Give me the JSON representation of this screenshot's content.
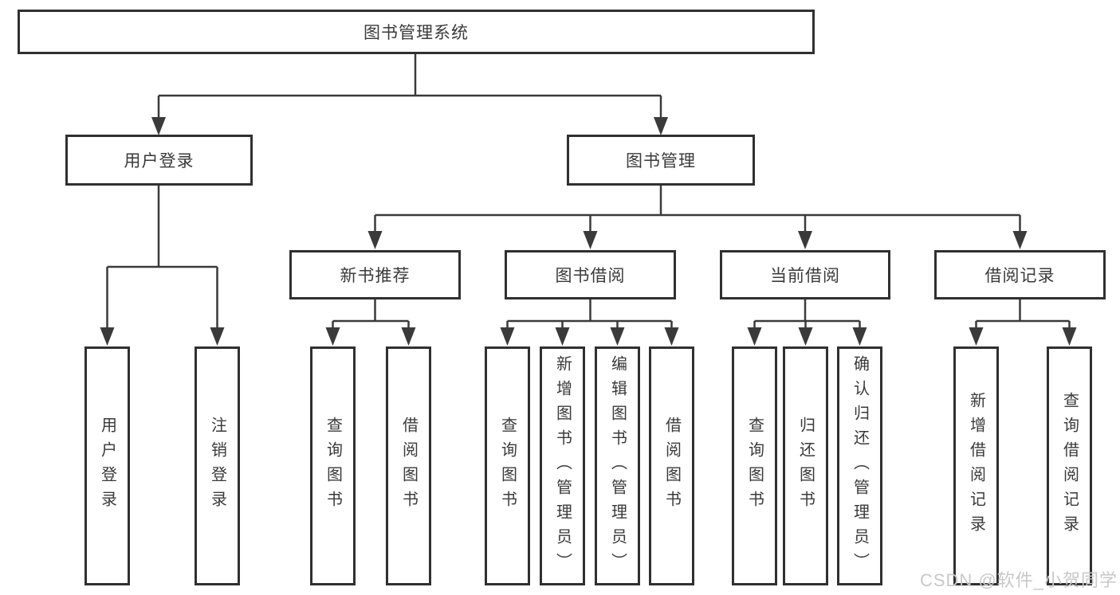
{
  "diagram_type": "tree",
  "nodes": {
    "root": "图书管理系统",
    "user_login": "用户登录",
    "book_management": "图书管理",
    "new_book_recommend": "新书推荐",
    "book_borrow": "图书借阅",
    "current_borrow": "当前借阅",
    "borrow_records": "借阅记录",
    "leaf_user_login": "用户登录",
    "leaf_logout": "注销登录",
    "leaf_query_book_rec": "查询图书",
    "leaf_borrow_book_rec": "借阅图书",
    "leaf_query_book_borrow": "查询图书",
    "leaf_add_book_admin": "新增图书（管理员）",
    "leaf_edit_book_admin": "编辑图书（管理员）",
    "leaf_borrow_book_borrow": "借阅图书",
    "leaf_query_book_current": "查询图书",
    "leaf_return_book": "归还图书",
    "leaf_confirm_return_admin": "确认归还（管理员）",
    "leaf_add_borrow_record": "新增借阅记录",
    "leaf_query_borrow_record": "查询借阅记录"
  },
  "watermark": {
    "text": "CSDN @软件_小贺同学"
  },
  "colors": {
    "line": "#3a3a3a",
    "box_border": "#303030",
    "text": "#3a3a3a",
    "watermark": "#c8c8c8",
    "background": "#ffffff"
  }
}
